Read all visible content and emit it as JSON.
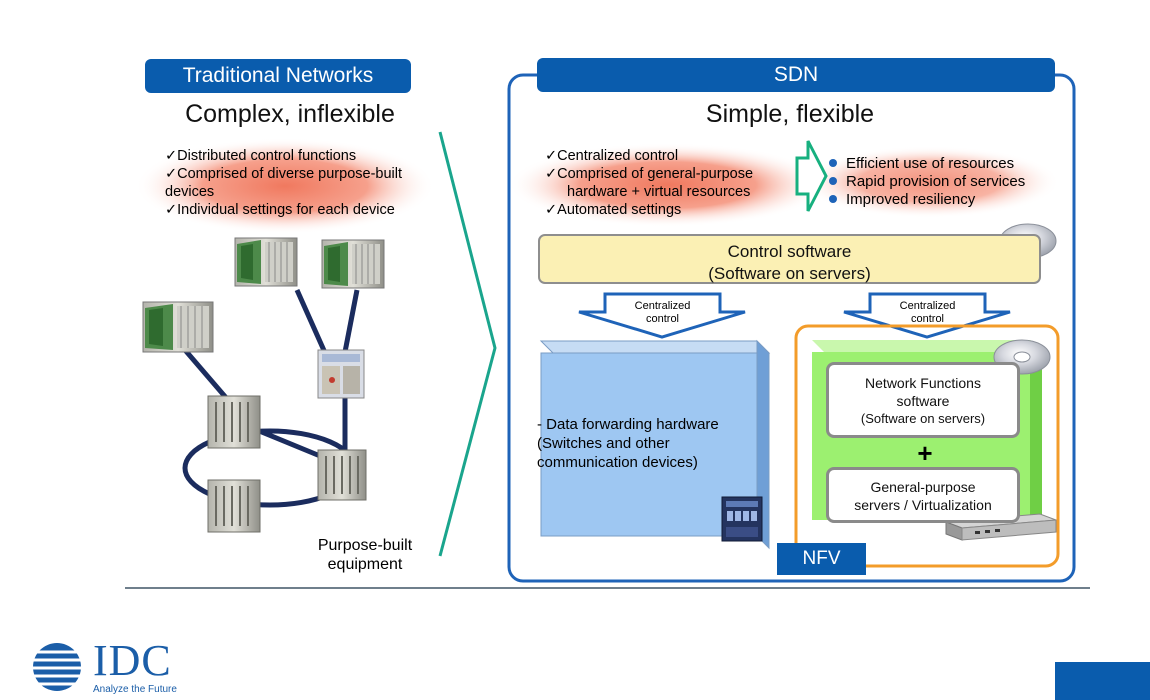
{
  "traditional": {
    "header": "Traditional Networks",
    "subtitle": "Complex, inflexible",
    "checks": [
      "✓Distributed control functions",
      "✓Comprised of diverse purpose-built",
      "devices",
      "✓Individual settings for each device"
    ],
    "equipment_label_line1": "Purpose-built",
    "equipment_label_line2": "equipment"
  },
  "sdn": {
    "header": "SDN",
    "subtitle": "Simple, flexible",
    "checks": [
      "✓Centralized control",
      "✓Comprised of general-purpose",
      "hardware + virtual resources",
      "✓Automated settings"
    ],
    "benefits": [
      "Efficient use of resources",
      "Rapid provision of services",
      "Improved resiliency"
    ],
    "control_software_line1": "Control software",
    "control_software_line2": "(Software on servers)",
    "centralized_control_line1": "Centralized",
    "centralized_control_line2": "control",
    "hardware_lines": [
      "- Data forwarding hardware",
      "(Switches and other",
      "communication devices)"
    ],
    "nf_line1": "Network Functions",
    "nf_line2": "software",
    "nf_line3": "(Software on servers)",
    "plus": "+",
    "gp_line1": "General-purpose",
    "gp_line2": "servers / Virtualization",
    "nfv_label": "NFV"
  },
  "footer": {
    "logo_text": "IDC",
    "tagline": "Analyze the Future"
  },
  "colors": {
    "brand_blue": "#0a5cad",
    "teal_arrow": "#1aa58d",
    "hardware_blue": "#9ec7f2",
    "nfv_green": "#9cf070",
    "nfv_border": "#f39c2a",
    "control_yellow": "#fbf0b4",
    "oval_red": "#f2836b"
  }
}
